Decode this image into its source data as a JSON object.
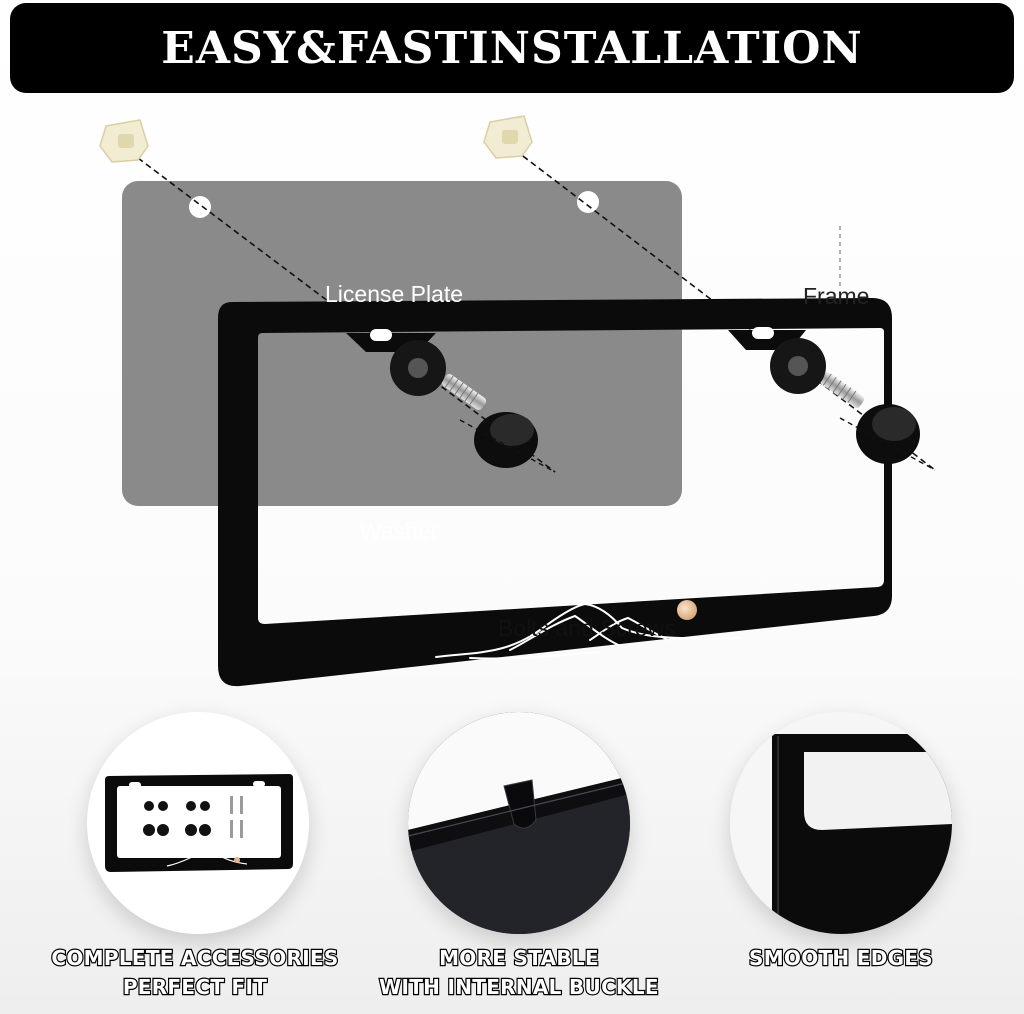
{
  "banner": {
    "title": "EASY&FASTINSTALLATION"
  },
  "diagram": {
    "labels": {
      "license_plate": "License Plate",
      "frame": "Frame",
      "washer": "Washer",
      "bolts": "Bolts and Screws"
    }
  },
  "features": [
    {
      "line1": "COMPLETE ACCESSORIES",
      "line2": "PERFECT FIT"
    },
    {
      "line1": "MORE STABLE",
      "line2": "WITH INTERNAL BUCKLE"
    },
    {
      "line1": "SMOOTH EDGES",
      "line2": ""
    }
  ],
  "colors": {
    "banner": "#000000",
    "plate": "#8a8a8a",
    "frame": "#0b0b0b",
    "nut": "#f2ecd2"
  }
}
